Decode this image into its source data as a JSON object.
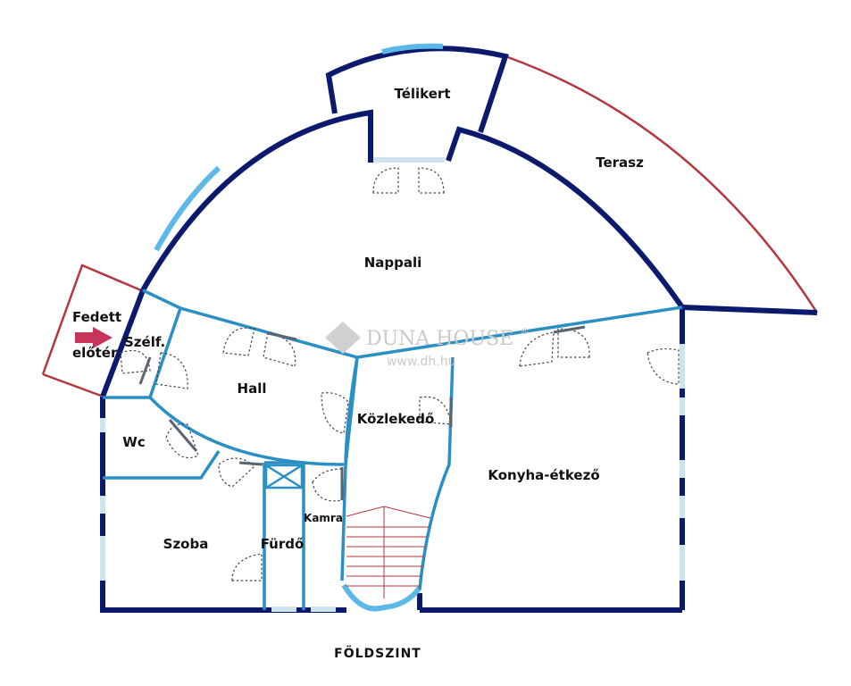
{
  "floor_plan": {
    "caption": "FÖLDSZINT",
    "rooms": {
      "telikert": "Télikert",
      "terasz": "Terasz",
      "nappali": "Nappali",
      "fedett_eloter_line1": "Fedett",
      "fedett_eloter_line2": "előtér",
      "szelfogo": "Szélf.",
      "hall": "Hall",
      "kozlekedo": "Közlekedő",
      "wc": "Wc",
      "konyha_etkezo": "Konyha-étkező",
      "kamra": "Kamra",
      "szoba": "Szoba",
      "furdo": "Fürdő"
    },
    "watermark": {
      "brand": "DUNA HOUSE",
      "registered": "®",
      "url": "www.dh.hu"
    },
    "colors": {
      "exterior_wall": "#0c1a6e",
      "interior_wall": "#2a8fc4",
      "window": "#5bb8e8",
      "terrace_outline": "#b5363c",
      "entrance_arrow": "#c8345a",
      "stair_lines": "#b5363c"
    }
  }
}
